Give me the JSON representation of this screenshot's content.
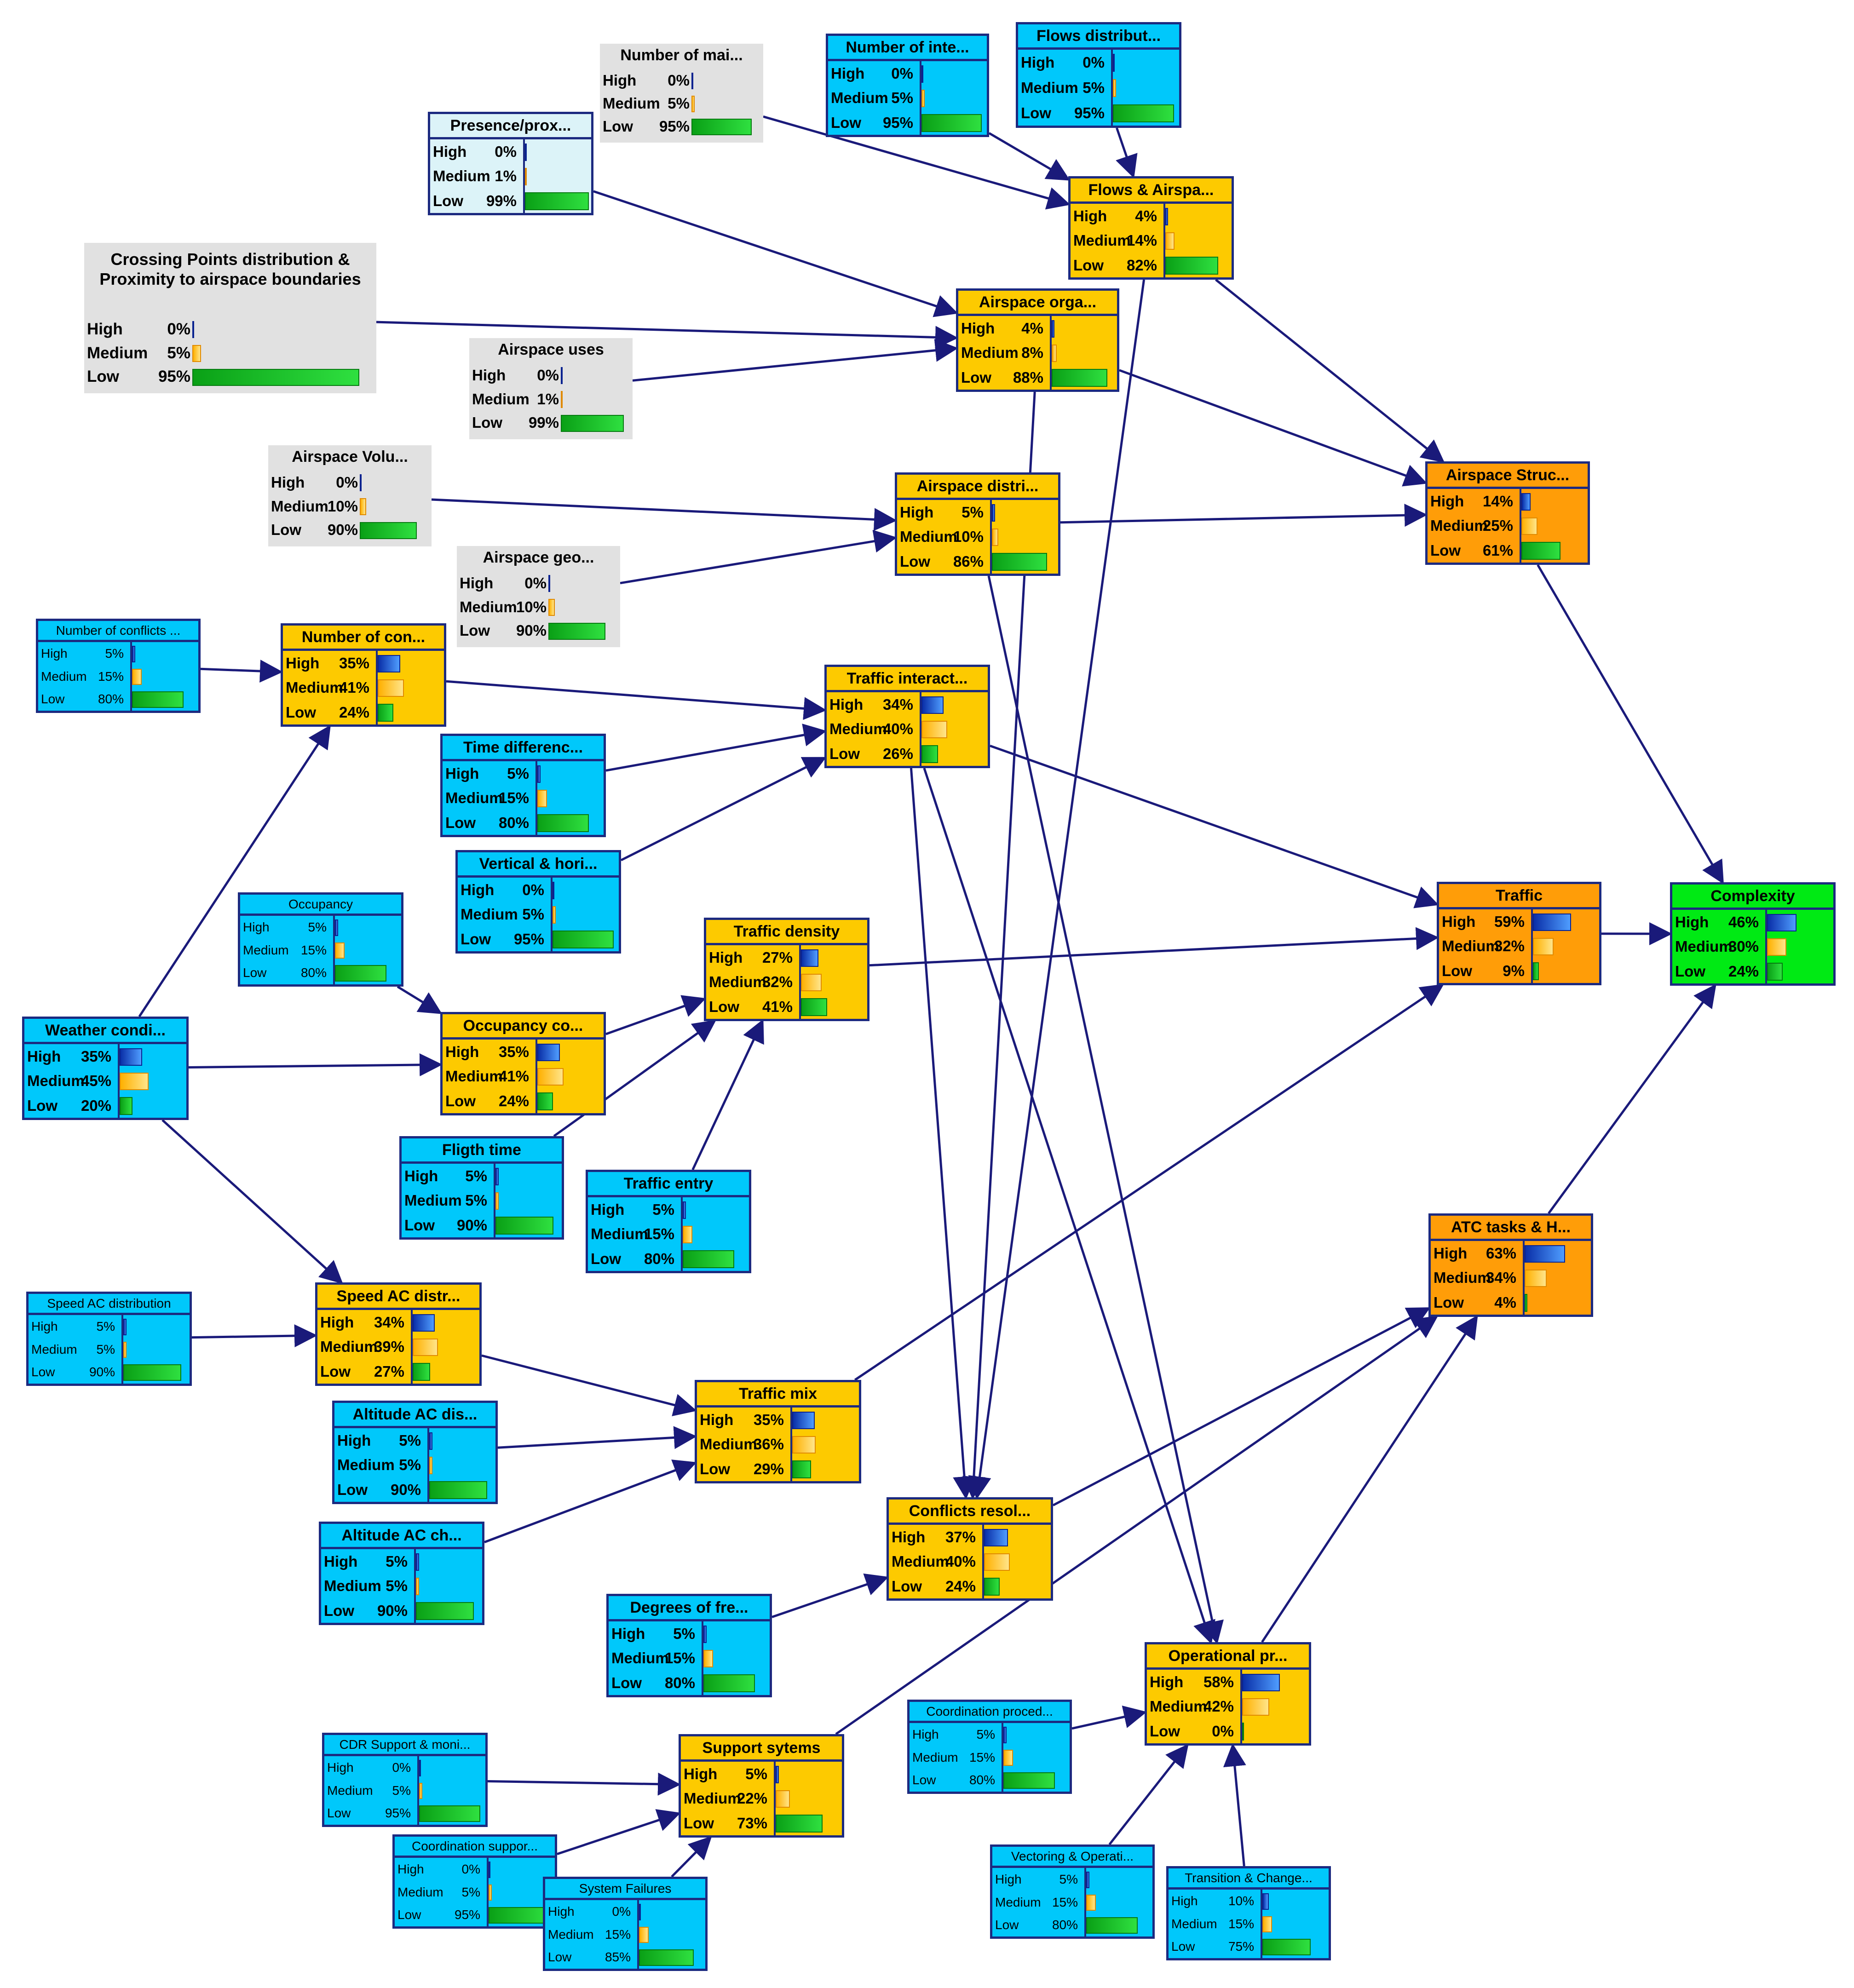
{
  "state_labels": [
    "High",
    "Medium",
    "Low"
  ],
  "nodes": [
    {
      "id": "number_mai",
      "title": "Number of mai...",
      "style": "gray",
      "probs": [
        0,
        5,
        95
      ]
    },
    {
      "id": "number_inte",
      "title": "Number of inte...",
      "style": "blue",
      "probs": [
        0,
        5,
        95
      ]
    },
    {
      "id": "flows_distribut",
      "title": "Flows distribut...",
      "style": "blue",
      "probs": [
        0,
        5,
        95
      ]
    },
    {
      "id": "presence_prox",
      "title": "Presence/prox...",
      "style": "light",
      "probs": [
        0,
        1,
        99
      ]
    },
    {
      "id": "flows_airspa",
      "title": "Flows & Airspa...",
      "style": "yellow",
      "probs": [
        4,
        14,
        82
      ]
    },
    {
      "id": "crossing_points",
      "title": "Crossing Points distribution & Proximity to airspace boundaries",
      "style": "gray",
      "probs": [
        0,
        5,
        95
      ]
    },
    {
      "id": "airspace_orga",
      "title": "Airspace orga...",
      "style": "yellow",
      "probs": [
        4,
        8,
        88
      ]
    },
    {
      "id": "airspace_uses",
      "title": "Airspace uses",
      "style": "gray",
      "probs": [
        0,
        1,
        99
      ]
    },
    {
      "id": "airspace_volu",
      "title": "Airspace Volu...",
      "style": "gray",
      "probs": [
        0,
        10,
        90
      ]
    },
    {
      "id": "airspace_distri",
      "title": "Airspace distri...",
      "style": "yellow",
      "probs": [
        5,
        10,
        86
      ]
    },
    {
      "id": "airspace_struc",
      "title": "Airspace Struc...",
      "style": "orange",
      "probs": [
        14,
        25,
        61
      ]
    },
    {
      "id": "airspace_geo",
      "title": "Airspace geo...",
      "style": "gray",
      "probs": [
        0,
        10,
        90
      ]
    },
    {
      "id": "number_conflicts_small",
      "title": "Number of conflicts ...",
      "style": "blue",
      "thin": true,
      "probs": [
        5,
        15,
        80
      ]
    },
    {
      "id": "number_con",
      "title": "Number of con...",
      "style": "yellow",
      "probs": [
        35,
        41,
        24
      ]
    },
    {
      "id": "traffic_interact",
      "title": "Traffic interact...",
      "style": "yellow",
      "probs": [
        34,
        40,
        26
      ]
    },
    {
      "id": "time_differenc",
      "title": "Time differenc...",
      "style": "blue",
      "probs": [
        5,
        15,
        80
      ]
    },
    {
      "id": "vertical_hori",
      "title": "Vertical & hori...",
      "style": "blue",
      "probs": [
        0,
        5,
        95
      ]
    },
    {
      "id": "occupancy",
      "title": "Occupancy",
      "style": "blue",
      "thin": true,
      "probs": [
        5,
        15,
        80
      ]
    },
    {
      "id": "traffic_density",
      "title": "Traffic density",
      "style": "yellow",
      "probs": [
        27,
        32,
        41
      ]
    },
    {
      "id": "traffic",
      "title": "Traffic",
      "style": "orange",
      "probs": [
        59,
        32,
        9
      ]
    },
    {
      "id": "complexity",
      "title": "Complexity",
      "style": "green",
      "probs": [
        46,
        30,
        24
      ]
    },
    {
      "id": "weather_condi",
      "title": "Weather condi...",
      "style": "blue",
      "probs": [
        35,
        45,
        20
      ]
    },
    {
      "id": "occupancy_co",
      "title": "Occupancy co...",
      "style": "yellow",
      "probs": [
        35,
        41,
        24
      ]
    },
    {
      "id": "fligth_time",
      "title": "Fligth time",
      "style": "blue",
      "probs": [
        5,
        5,
        90
      ]
    },
    {
      "id": "traffic_entry",
      "title": "Traffic entry",
      "style": "blue",
      "probs": [
        5,
        15,
        80
      ]
    },
    {
      "id": "atc_tasks",
      "title": "ATC tasks & H...",
      "style": "orange",
      "probs": [
        63,
        34,
        4
      ]
    },
    {
      "id": "speed_ac_distribution",
      "title": "Speed AC distribution",
      "style": "blue",
      "thin": true,
      "probs": [
        5,
        5,
        90
      ]
    },
    {
      "id": "speed_ac_distr",
      "title": "Speed AC distr...",
      "style": "yellow",
      "probs": [
        34,
        39,
        27
      ]
    },
    {
      "id": "altitude_ac_dis",
      "title": "Altitude AC dis...",
      "style": "blue",
      "probs": [
        5,
        5,
        90
      ]
    },
    {
      "id": "traffic_mix",
      "title": "Traffic mix",
      "style": "yellow",
      "probs": [
        35,
        36,
        29
      ]
    },
    {
      "id": "altitude_ac_ch",
      "title": "Altitude AC ch...",
      "style": "blue",
      "probs": [
        5,
        5,
        90
      ]
    },
    {
      "id": "conflicts_resol",
      "title": "Conflicts resol...",
      "style": "yellow",
      "probs": [
        37,
        40,
        24
      ]
    },
    {
      "id": "degrees_fre",
      "title": "Degrees of fre...",
      "style": "blue",
      "probs": [
        5,
        15,
        80
      ]
    },
    {
      "id": "operational_pr",
      "title": "Operational pr...",
      "style": "yellow",
      "probs": [
        58,
        42,
        0
      ]
    },
    {
      "id": "coordination_proced",
      "title": "Coordination proced...",
      "style": "blue",
      "thin": true,
      "probs": [
        5,
        15,
        80
      ]
    },
    {
      "id": "cdr_support",
      "title": "CDR Support & moni...",
      "style": "blue",
      "thin": true,
      "probs": [
        0,
        5,
        95
      ]
    },
    {
      "id": "support_sytems",
      "title": "Support sytems",
      "style": "yellow",
      "probs": [
        5,
        22,
        73
      ]
    },
    {
      "id": "coordination_suppor",
      "title": "Coordination suppor...",
      "style": "blue",
      "thin": true,
      "probs": [
        0,
        5,
        95
      ]
    },
    {
      "id": "system_failures",
      "title": "System Failures",
      "style": "blue",
      "thin": true,
      "probs": [
        0,
        15,
        85
      ]
    },
    {
      "id": "vectoring_operati",
      "title": "Vectoring & Operati...",
      "style": "blue",
      "thin": true,
      "probs": [
        5,
        15,
        80
      ]
    },
    {
      "id": "transition_change",
      "title": "Transition & Change...",
      "style": "blue",
      "thin": true,
      "probs": [
        10,
        15,
        75
      ]
    }
  ],
  "edges": [
    [
      "number_mai",
      "flows_airspa"
    ],
    [
      "number_inte",
      "flows_airspa"
    ],
    [
      "flows_distribut",
      "flows_airspa"
    ],
    [
      "presence_prox",
      "airspace_orga"
    ],
    [
      "crossing_points",
      "airspace_orga"
    ],
    [
      "airspace_uses",
      "airspace_orga"
    ],
    [
      "flows_airspa",
      "airspace_struc"
    ],
    [
      "airspace_orga",
      "airspace_struc"
    ],
    [
      "airspace_volu",
      "airspace_distri"
    ],
    [
      "airspace_geo",
      "airspace_distri"
    ],
    [
      "airspace_distri",
      "airspace_struc"
    ],
    [
      "airspace_struc",
      "complexity"
    ],
    [
      "number_conflicts_small",
      "number_con"
    ],
    [
      "number_con",
      "traffic_interact"
    ],
    [
      "time_differenc",
      "traffic_interact"
    ],
    [
      "vertical_hori",
      "traffic_interact"
    ],
    [
      "traffic_interact",
      "traffic"
    ],
    [
      "occupancy",
      "occupancy_co"
    ],
    [
      "weather_condi",
      "occupancy_co"
    ],
    [
      "weather_condi",
      "number_con"
    ],
    [
      "weather_condi",
      "speed_ac_distr"
    ],
    [
      "occupancy_co",
      "traffic_density"
    ],
    [
      "fligth_time",
      "traffic_density"
    ],
    [
      "traffic_entry",
      "traffic_density"
    ],
    [
      "traffic_density",
      "traffic"
    ],
    [
      "traffic",
      "complexity"
    ],
    [
      "atc_tasks",
      "complexity"
    ],
    [
      "speed_ac_distribution",
      "speed_ac_distr"
    ],
    [
      "speed_ac_distr",
      "traffic_mix"
    ],
    [
      "altitude_ac_dis",
      "traffic_mix"
    ],
    [
      "altitude_ac_ch",
      "traffic_mix"
    ],
    [
      "traffic_mix",
      "traffic"
    ],
    [
      "traffic_interact",
      "conflicts_resol"
    ],
    [
      "traffic_interact",
      "operational_pr"
    ],
    [
      "airspace_orga",
      "conflicts_resol"
    ],
    [
      "airspace_distri",
      "operational_pr"
    ],
    [
      "flows_airspa",
      "conflicts_resol"
    ],
    [
      "degrees_fre",
      "conflicts_resol"
    ],
    [
      "conflicts_resol",
      "atc_tasks"
    ],
    [
      "support_sytems",
      "atc_tasks"
    ],
    [
      "operational_pr",
      "atc_tasks"
    ],
    [
      "coordination_proced",
      "operational_pr"
    ],
    [
      "vectoring_operati",
      "operational_pr"
    ],
    [
      "transition_change",
      "operational_pr"
    ],
    [
      "cdr_support",
      "support_sytems"
    ],
    [
      "coordination_suppor",
      "support_sytems"
    ],
    [
      "system_failures",
      "support_sytems"
    ]
  ]
}
